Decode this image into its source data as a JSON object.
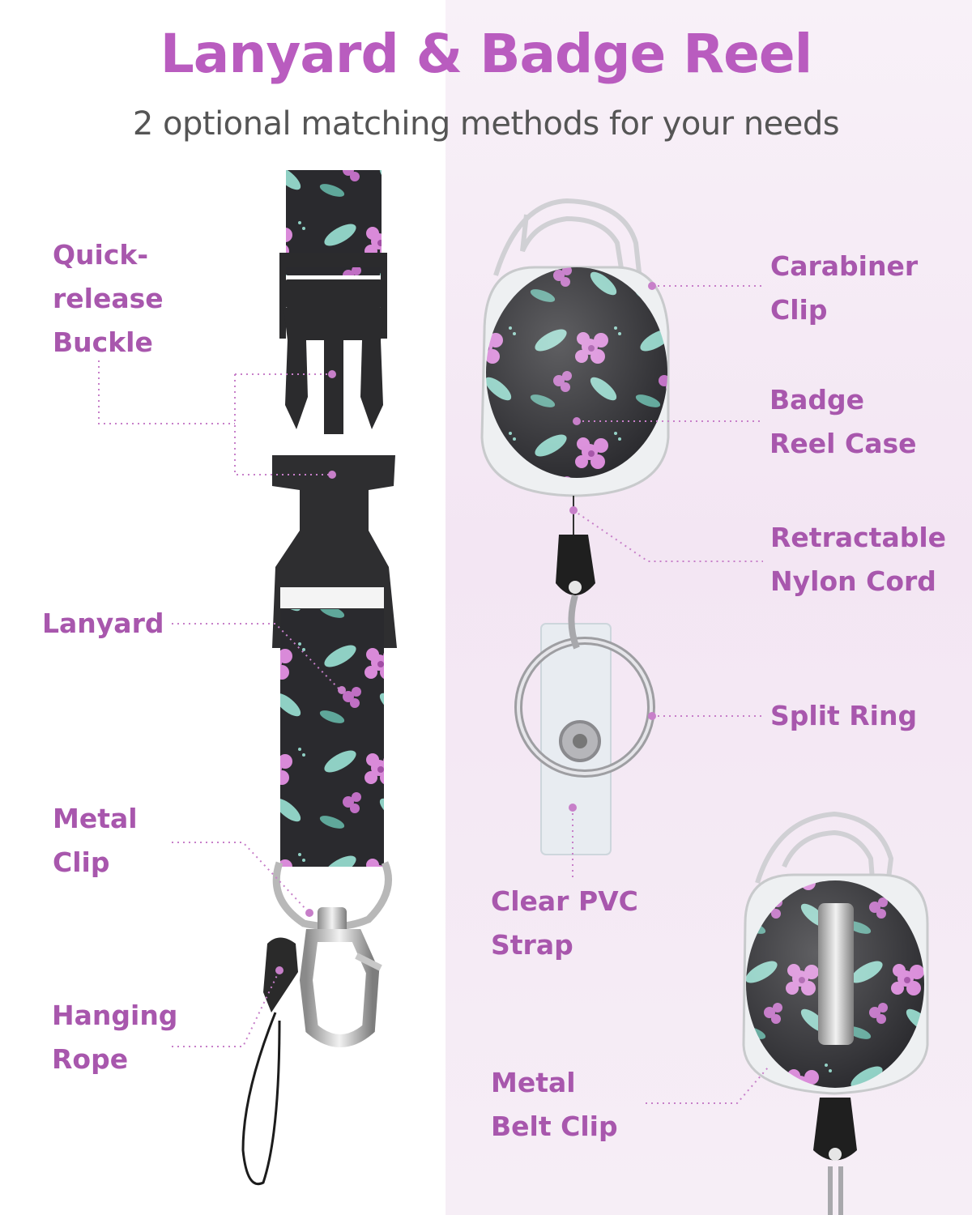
{
  "header": {
    "title": "Lanyard & Badge Reel",
    "subtitle": "2 optional matching methods for your needs"
  },
  "colors": {
    "accent": "#b95cbf",
    "label": "#a857ad",
    "leader": "#c77fc9",
    "strap": "#2a2a2e",
    "flower": "#d98ad9",
    "leaf": "#8fd0c4"
  },
  "labels": {
    "quick_release_buckle": [
      "Quick-",
      "release",
      "Buckle"
    ],
    "lanyard": [
      "Lanyard"
    ],
    "metal_clip": [
      "Metal",
      "Clip"
    ],
    "hanging_rope": [
      "Hanging",
      "Rope"
    ],
    "carabiner_clip": [
      "Carabiner",
      "Clip"
    ],
    "badge_reel_case": [
      "Badge",
      "Reel Case"
    ],
    "retractable_nylon_cord": [
      "Retractable",
      "Nylon Cord"
    ],
    "split_ring": [
      "Split Ring"
    ],
    "clear_pvc_strap": [
      "Clear PVC",
      "Strap"
    ],
    "metal_belt_clip": [
      "Metal",
      "Belt Clip"
    ]
  }
}
